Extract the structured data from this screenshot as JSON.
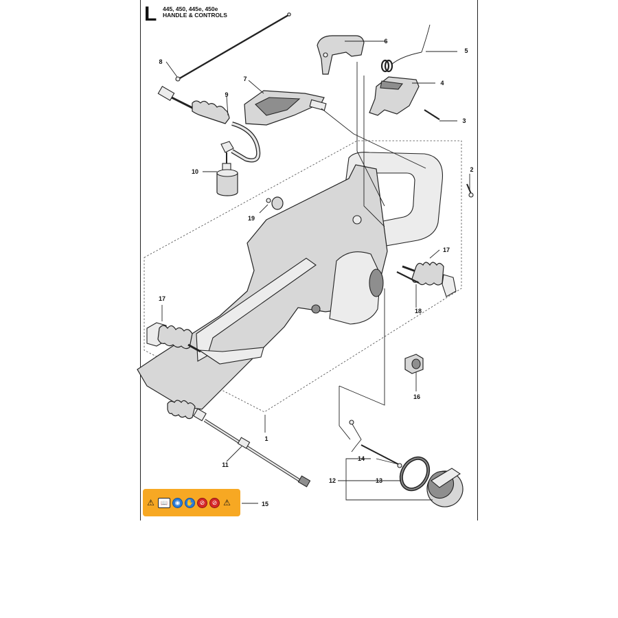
{
  "header": {
    "section_letter": "L",
    "models": "445, 450, 445e, 450e",
    "title": "HANDLE & CONTROLS"
  },
  "callouts": {
    "c1": "1",
    "c2": "2",
    "c3": "3",
    "c4": "4",
    "c5": "5",
    "c6": "6",
    "c7": "7",
    "c8": "8",
    "c9": "9",
    "c10": "10",
    "c11": "11",
    "c12": "12",
    "c13": "13",
    "c14": "14",
    "c15": "15",
    "c16": "16",
    "c17a": "17",
    "c17b": "17",
    "c18": "18",
    "c19": "19"
  },
  "warning_label": {
    "background": "#f7a823",
    "icons": [
      "warning-triangle-icon",
      "manual-book-icon",
      "helmet-icon",
      "gloves-icon",
      "no-fire-icon",
      "no-smoking-icon",
      "kickback-icon"
    ]
  },
  "colors": {
    "line": "#222222",
    "part_fill": "#d7d7d7",
    "label_bg": "#f7a823"
  }
}
